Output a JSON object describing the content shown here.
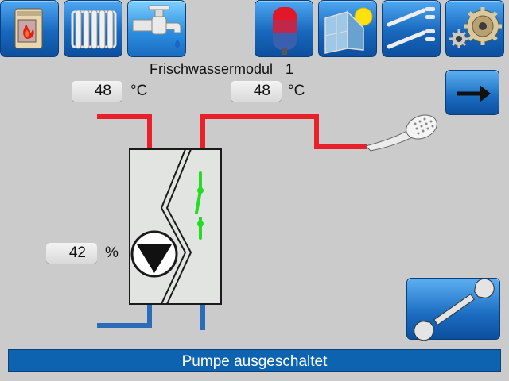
{
  "toolbar": {
    "items": [
      {
        "icon": "boiler-flame-icon"
      },
      {
        "icon": "radiator-icon"
      },
      {
        "icon": "water-tap-icon",
        "active": true
      },
      {
        "icon": "storage-tank-icon"
      },
      {
        "icon": "solar-panel-icon"
      },
      {
        "icon": "pipes-icon"
      },
      {
        "icon": "settings-gears-icon"
      }
    ]
  },
  "module": {
    "title": "Frischwassermodul",
    "number": "1"
  },
  "temps": {
    "supply_value": "48",
    "supply_unit": "°C",
    "outlet_value": "48",
    "outlet_unit": "°C"
  },
  "pump": {
    "value": "42",
    "unit": "%"
  },
  "nav": {
    "next_icon": "arrow-right-icon",
    "service_icon": "wrench-icon"
  },
  "status": {
    "text": "Pumpe ausgeschaltet"
  },
  "colors": {
    "hot_pipe": "#e8202a",
    "cold_pipe": "#2a6cb8",
    "flow_switch": "#22dd22",
    "status_bar": "#0e63b0"
  }
}
